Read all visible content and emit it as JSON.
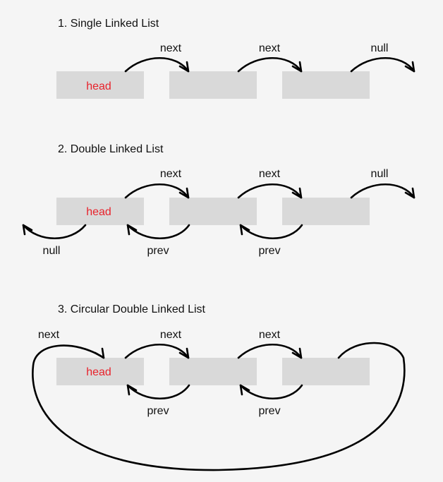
{
  "colors": {
    "background": "#f5f5f5",
    "node": "#d9d9d9",
    "head_text": "#e8232c",
    "stroke": "#000000",
    "text": "#111111"
  },
  "sections": [
    {
      "title": "1. Single Linked List",
      "head_label": "head",
      "next_labels": [
        "next",
        "next",
        "null"
      ]
    },
    {
      "title": "2. Double Linked List",
      "head_label": "head",
      "next_labels": [
        "next",
        "next",
        "null"
      ],
      "prev_labels": [
        "null",
        "prev",
        "prev"
      ]
    },
    {
      "title": "3. Circular Double Linked List",
      "head_label": "head",
      "next_labels": [
        "next",
        "next",
        "next"
      ],
      "prev_labels": [
        "prev",
        "prev"
      ]
    }
  ]
}
